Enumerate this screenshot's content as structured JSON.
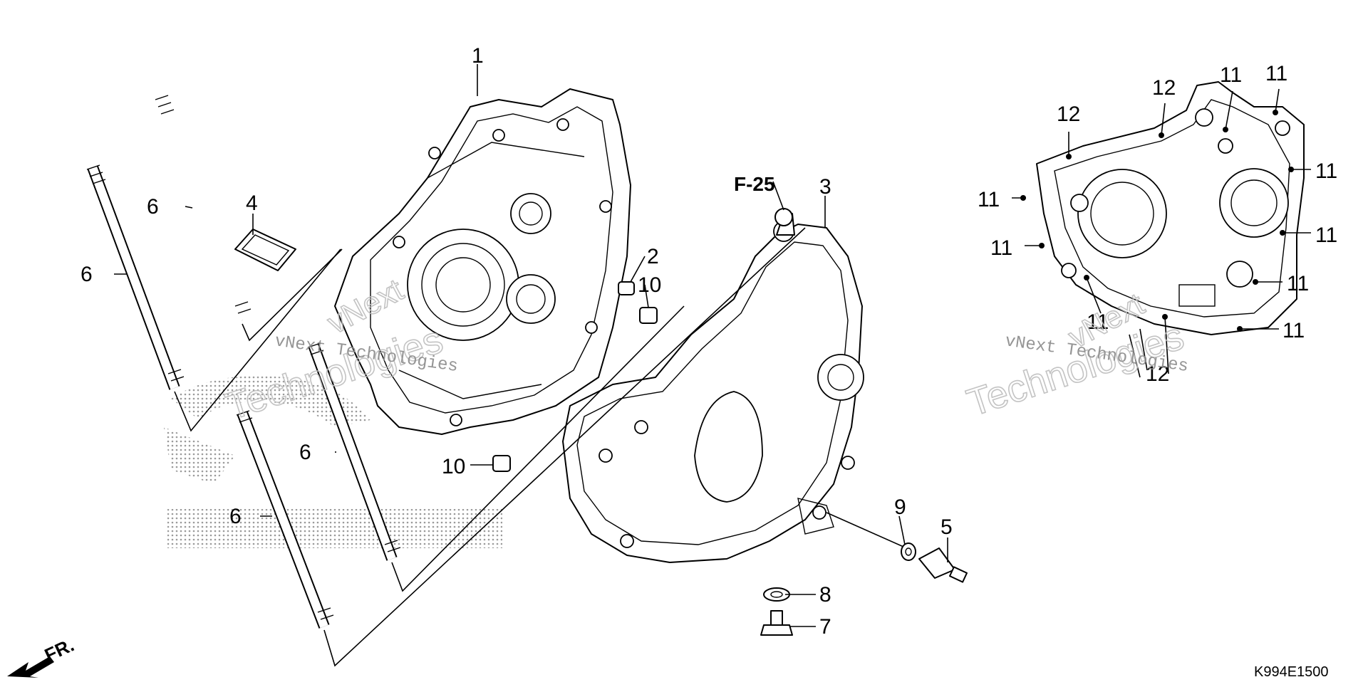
{
  "callouts": {
    "c1": "1",
    "c2": "2",
    "c3": "3",
    "c4": "4",
    "c5": "5",
    "c6a": "6",
    "c6b": "6",
    "c6c": "6",
    "c6d": "6",
    "c7": "7",
    "c8": "8",
    "c9": "9",
    "c10a": "10",
    "c10b": "10",
    "c11a": "11",
    "c11b": "11",
    "c11c": "11",
    "c11d": "11",
    "c11e": "11",
    "c11f": "11",
    "c11g": "11",
    "c11h": "11",
    "c11i": "11",
    "c12a": "12",
    "c12b": "12",
    "c12c": "12"
  },
  "reference": "F-25",
  "front_marker": "FR.",
  "diagram_code": "K994E1500",
  "watermarks": {
    "line1": "vNext",
    "line2": "Technologies",
    "mono": "vNext Technologies"
  },
  "colors": {
    "ink": "#000000",
    "watermark": "#bdbdbd",
    "background": "#ffffff"
  }
}
